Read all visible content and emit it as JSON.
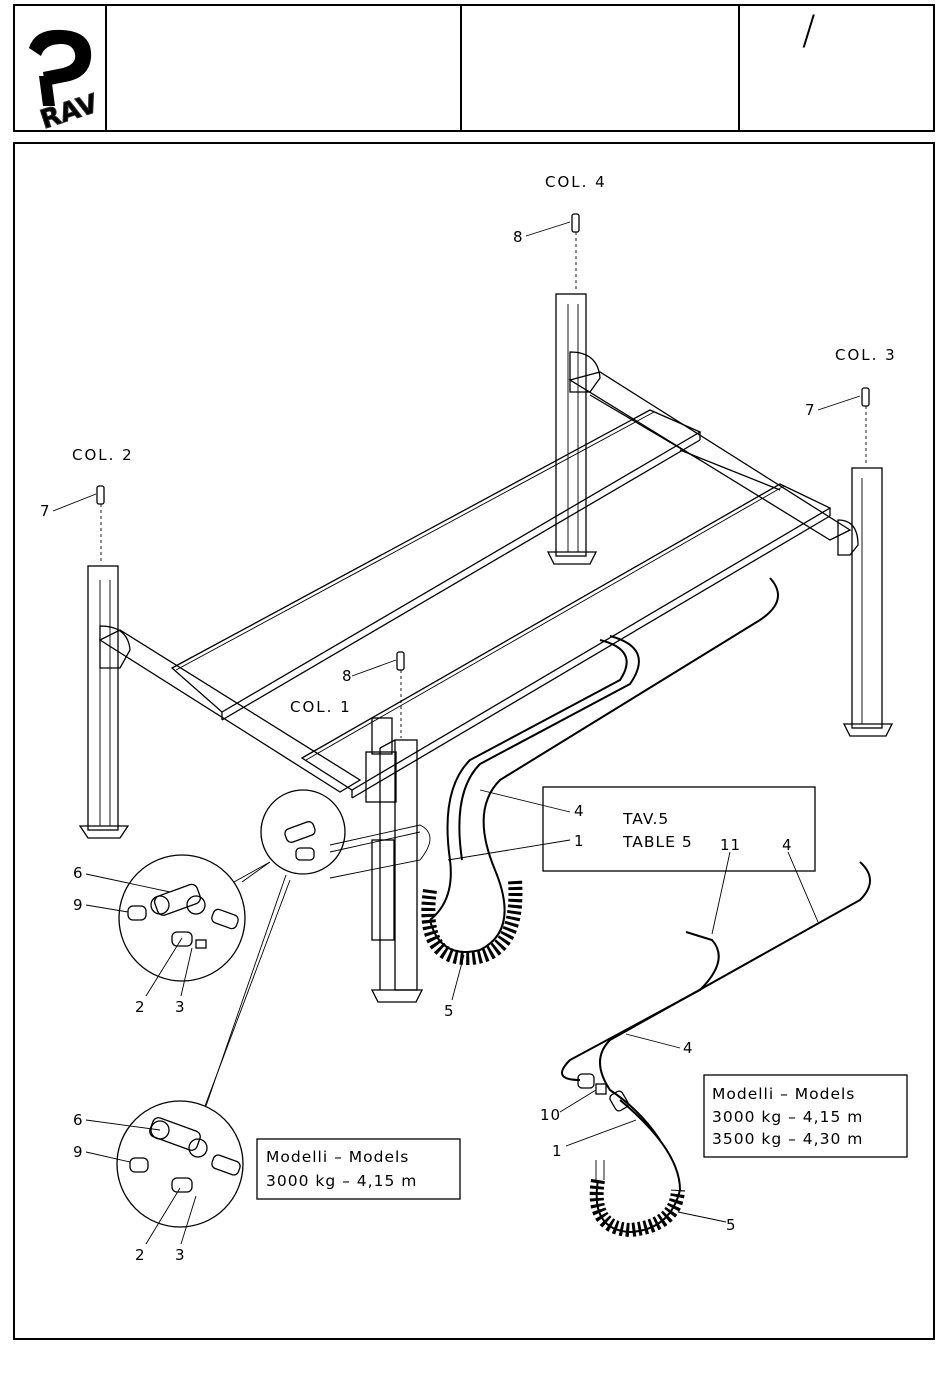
{
  "header": {
    "logo_text": "RAV",
    "cell2": "",
    "cell3": "",
    "cell4": "/"
  },
  "columns": {
    "col1": "COL. 1",
    "col2": "COL. 2",
    "col3": "COL. 3",
    "col4": "COL. 4"
  },
  "callouts": {
    "c1": "1",
    "c2": "2",
    "c3": "3",
    "c4": "4",
    "c5": "5",
    "c6": "6",
    "c7": "7",
    "c8": "8",
    "c9": "9",
    "c10": "10",
    "c11": "11"
  },
  "table_ref": {
    "line1": "TAV.5",
    "line2": "TABLE 5"
  },
  "models_left": {
    "title": "Modelli – Models",
    "row1": "3000 kg – 4,15 m"
  },
  "models_right": {
    "title": "Modelli – Models",
    "row1": "3000 kg – 4,15 m",
    "row2": "3500 kg – 4,30 m"
  }
}
